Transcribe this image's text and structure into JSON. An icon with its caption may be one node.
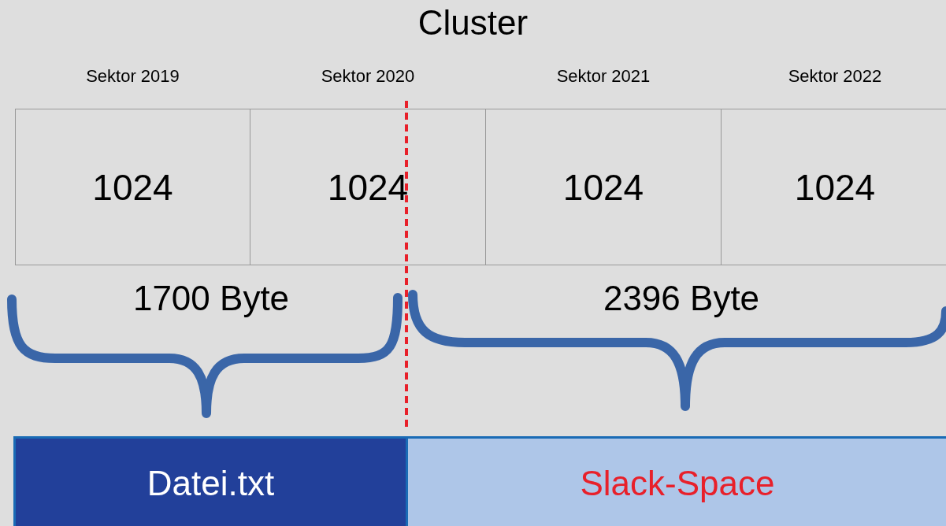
{
  "diagram": {
    "title": "Cluster",
    "nodes": [
      {
        "text": [
          "Sektor 2019",
          "1024"
        ]
      },
      {
        "text": [
          "Sektor 2020",
          "1024"
        ]
      },
      {
        "text": [
          "Sektor 2021",
          "1024"
        ]
      },
      {
        "text": [
          "Sektor 2022",
          "1024"
        ]
      },
      {
        "text": [
          "Datei.txt"
        ]
      },
      {
        "text": [
          "Slack-Space"
        ]
      }
    ],
    "labels": [
      "1700 Byte",
      "2396 Byte"
    ]
  }
}
